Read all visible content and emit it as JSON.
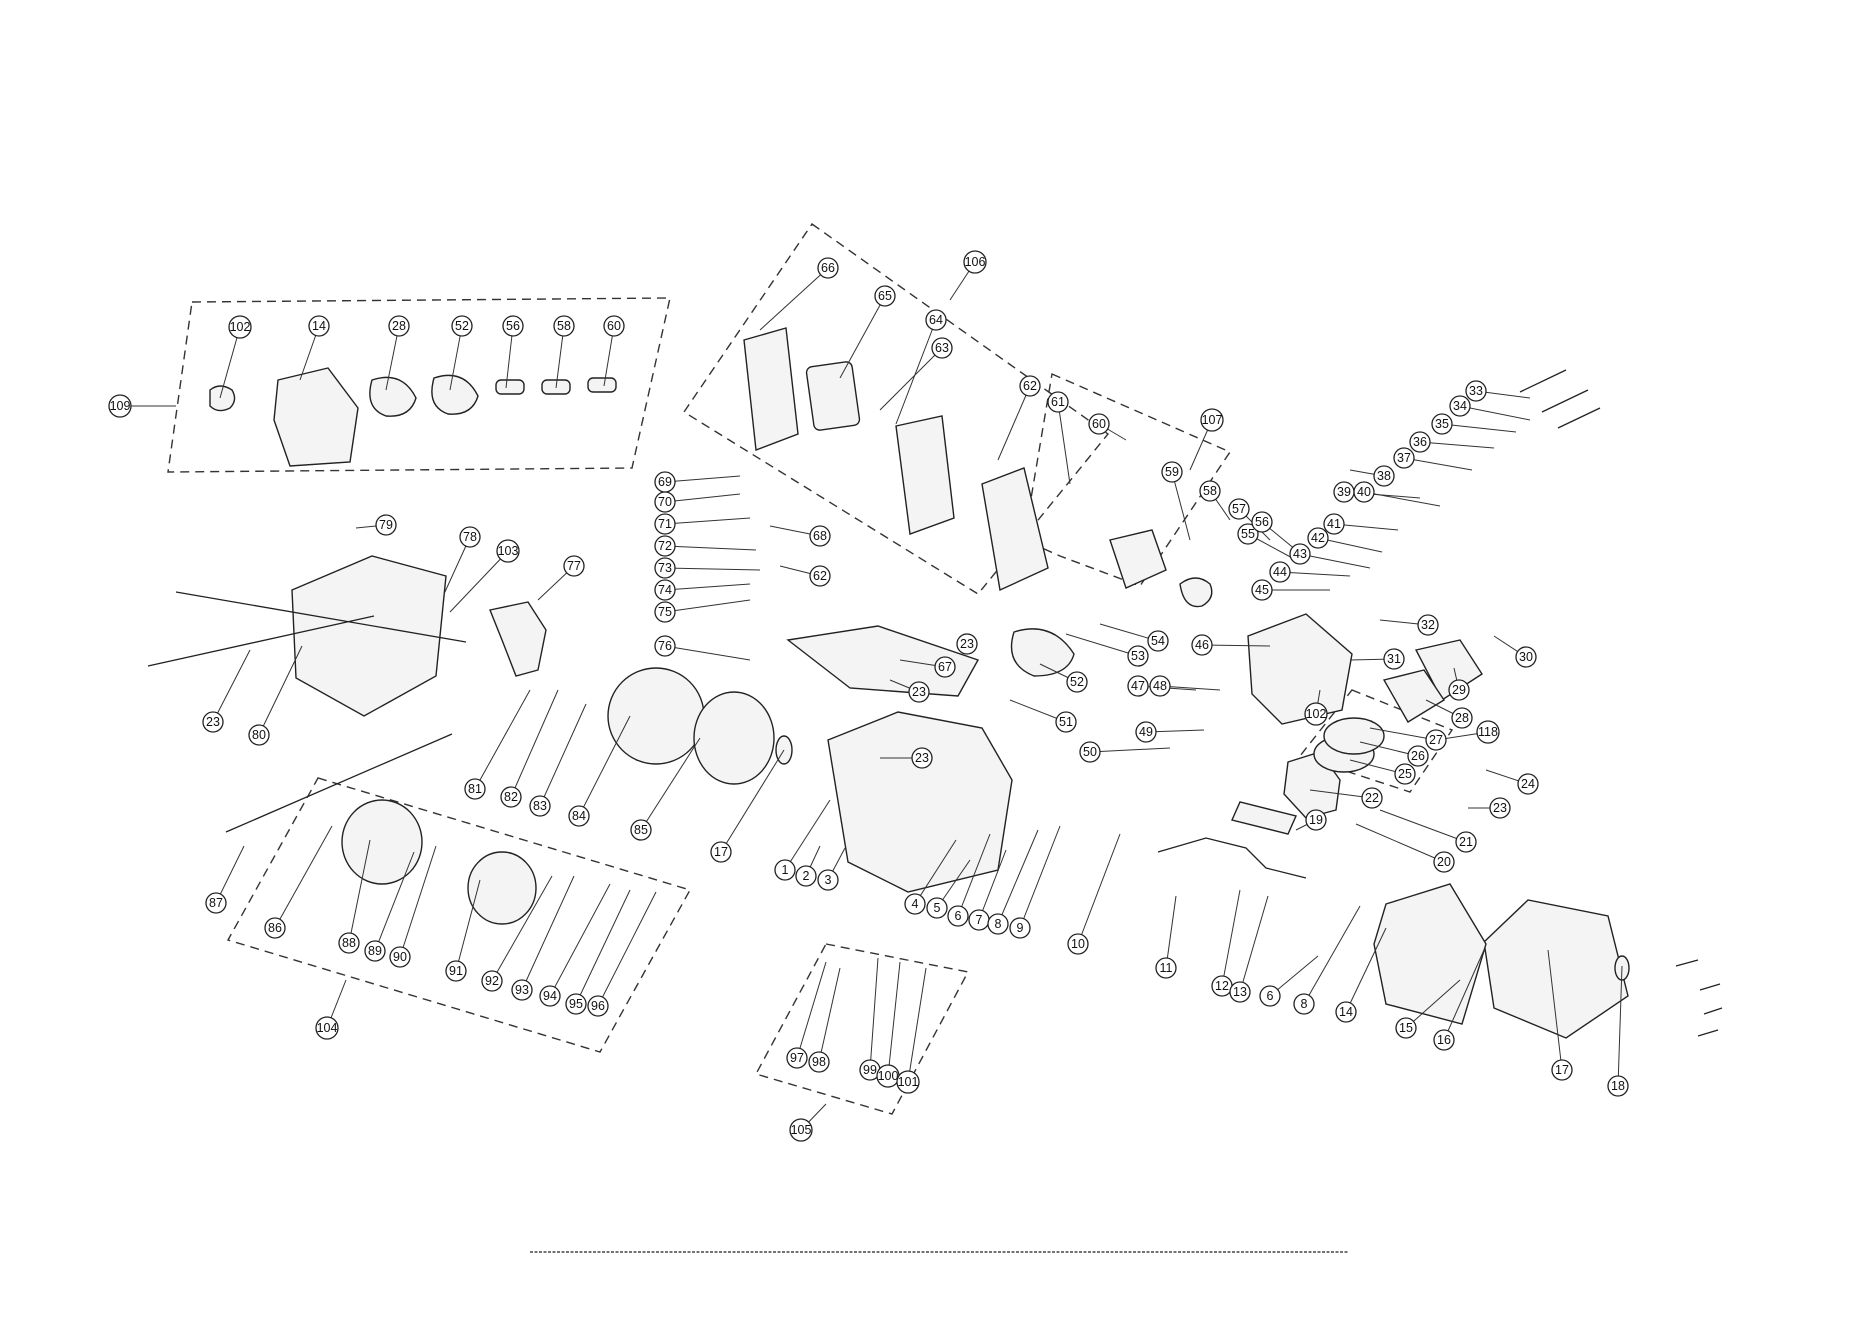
{
  "diagram": {
    "callout_labels": [
      "1",
      "2",
      "3",
      "4",
      "5",
      "6",
      "6",
      "7",
      "8",
      "8",
      "9",
      "10",
      "11",
      "12",
      "13",
      "14",
      "14",
      "15",
      "16",
      "17",
      "17",
      "18",
      "19",
      "20",
      "21",
      "22",
      "23",
      "23",
      "23",
      "23",
      "23",
      "24",
      "25",
      "26",
      "27",
      "28",
      "28",
      "29",
      "30",
      "31",
      "32",
      "33",
      "34",
      "35",
      "36",
      "37",
      "38",
      "39",
      "40",
      "41",
      "42",
      "43",
      "44",
      "45",
      "46",
      "47",
      "48",
      "49",
      "50",
      "51",
      "52",
      "52",
      "53",
      "54",
      "55",
      "56",
      "56",
      "57",
      "58",
      "58",
      "59",
      "60",
      "60",
      "61",
      "62",
      "62",
      "63",
      "64",
      "65",
      "66",
      "67",
      "68",
      "69",
      "70",
      "71",
      "72",
      "73",
      "74",
      "75",
      "76",
      "77",
      "78",
      "79",
      "80",
      "81",
      "82",
      "83",
      "84",
      "85",
      "86",
      "87",
      "88",
      "89",
      "90",
      "91",
      "92",
      "93",
      "94",
      "95",
      "96",
      "97",
      "98",
      "99",
      "100",
      "101",
      "102",
      "102",
      "103",
      "104",
      "105",
      "106",
      "107",
      "109",
      "118"
    ]
  }
}
